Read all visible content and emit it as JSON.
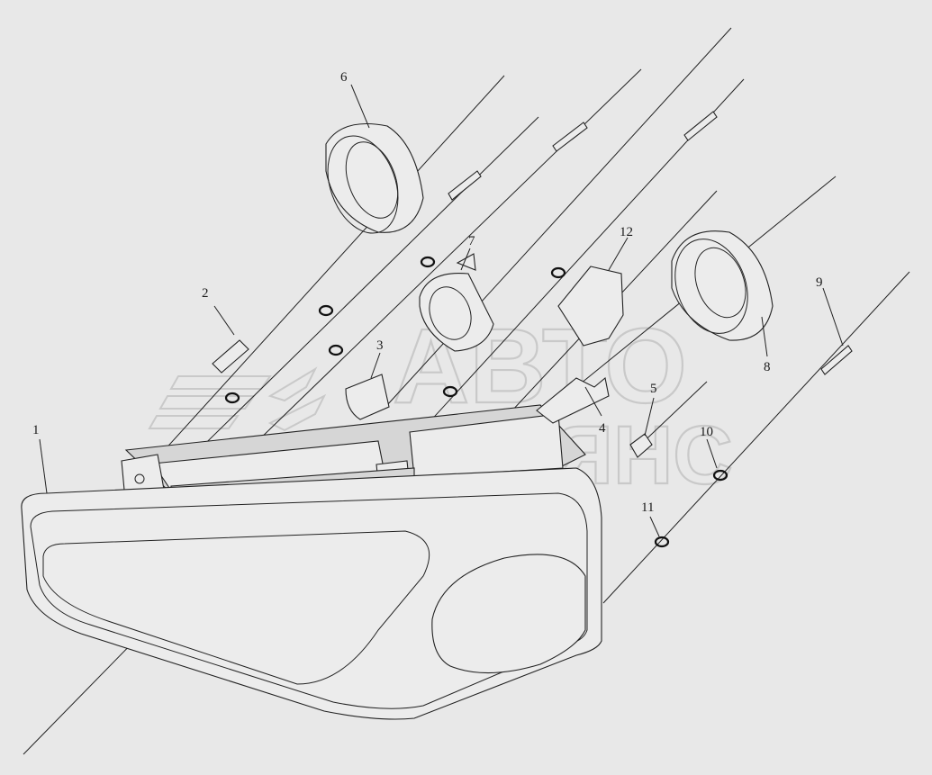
{
  "watermark": {
    "line1": "АВТО",
    "line2": "АЛЬЯНС"
  },
  "callouts": [
    "1",
    "2",
    "3",
    "4",
    "5",
    "6",
    "7",
    "8",
    "9",
    "10",
    "11",
    "12"
  ]
}
